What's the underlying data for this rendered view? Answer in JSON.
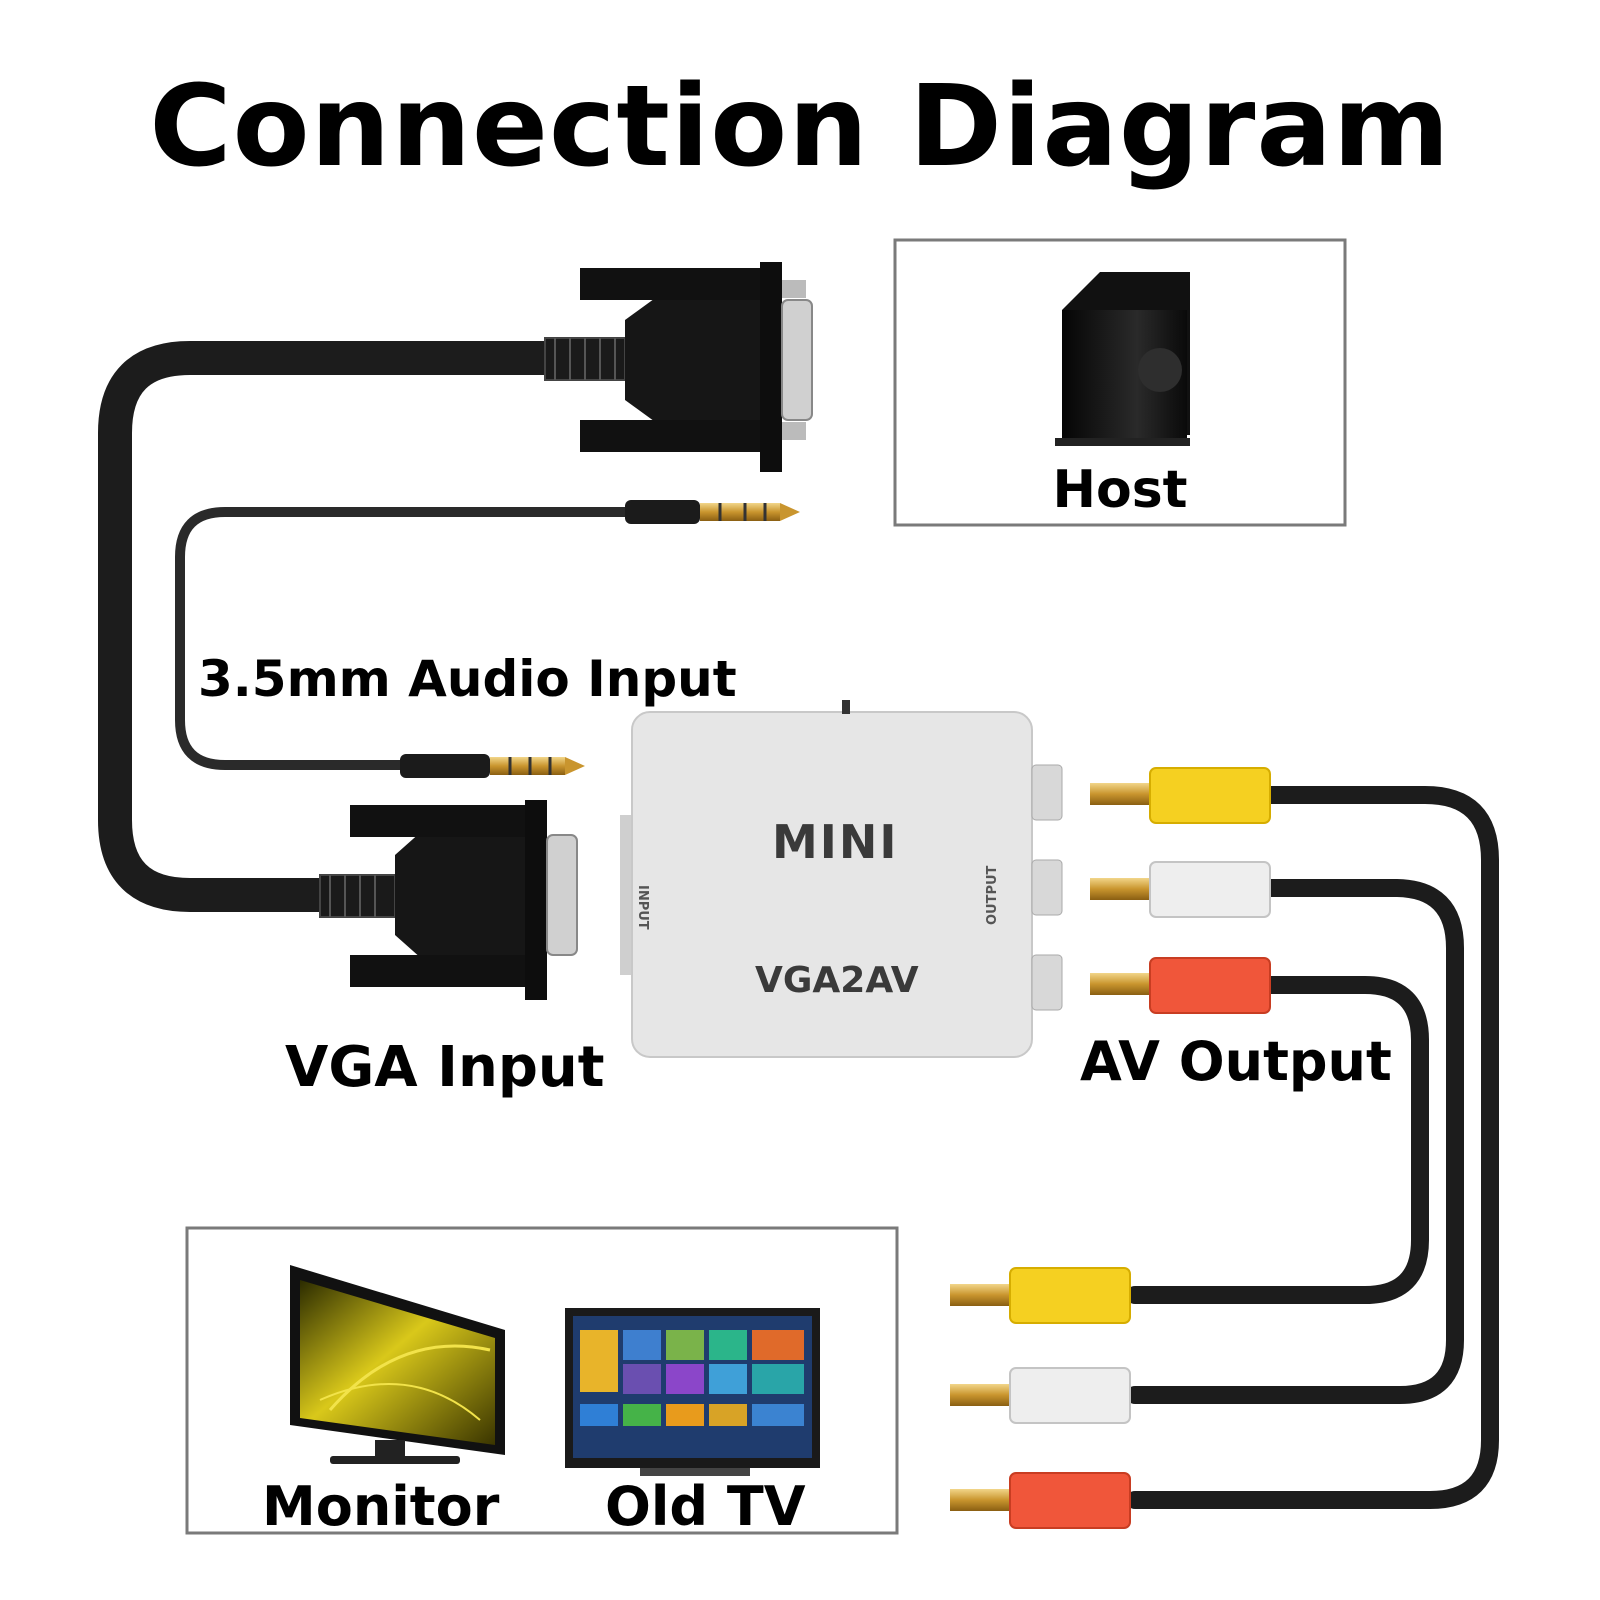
{
  "title": "Connection Diagram",
  "host": {
    "label": "Host"
  },
  "audio_label": "3.5mm Audio Input",
  "vga_label": "VGA Input",
  "av_label": "AV Output",
  "adapter": {
    "brand": "MINI",
    "model": "VGA2AV",
    "input_text": "INPUT",
    "output_text": "OUTPUT"
  },
  "displays": {
    "monitor_label": "Monitor",
    "tv_label": "Old TV"
  },
  "colors": {
    "yellow_plug": "#f5d021",
    "white_plug": "#eeeeee",
    "red_plug": "#f0563a",
    "cable": "#1c1c1c",
    "adapter_body": "#e6e6e6"
  }
}
